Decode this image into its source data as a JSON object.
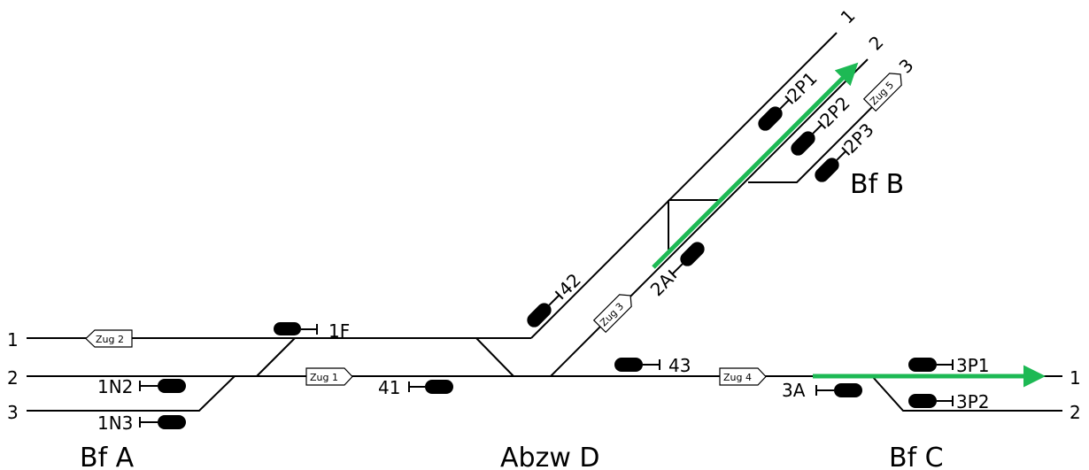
{
  "stations": {
    "bf_a": "Bf A",
    "abzw_d": "Abzw D",
    "bf_c": "Bf C",
    "bf_b": "Bf B"
  },
  "track_numbers": {
    "a1": "1",
    "a2": "2",
    "a3": "3",
    "c1": "1",
    "c2": "2",
    "b1": "1",
    "b2": "2",
    "b3": "3"
  },
  "signals": {
    "s1f": "1F",
    "s1n2": "1N2",
    "s1n3": "1N3",
    "s41": "41",
    "s42": "42",
    "s43": "43",
    "s2a": "2A",
    "s3a": "3A",
    "s3p1": "3P1",
    "s3p2": "3P2",
    "s2p1": "2P1",
    "s2p2": "2P2",
    "s2p3": "2P3"
  },
  "trains": {
    "zug1": "Zug 1",
    "zug2": "Zug 2",
    "zug3": "Zug 3",
    "zug4": "Zug 4",
    "zug5": "Zug 5"
  },
  "colors": {
    "route": "#1db954",
    "track": "#000000"
  }
}
